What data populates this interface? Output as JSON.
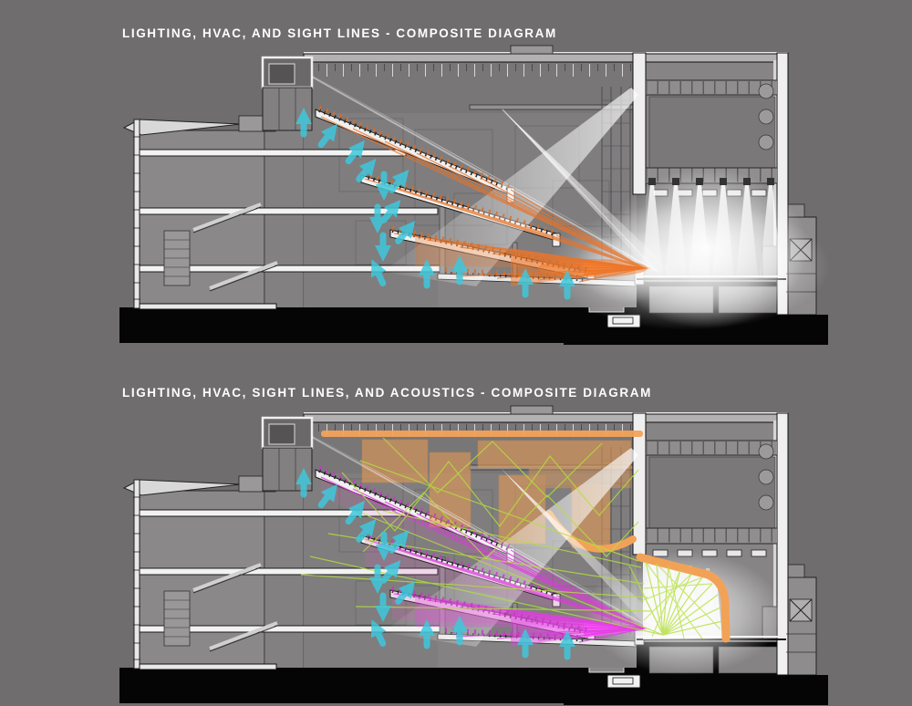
{
  "page": {
    "background_color": "#6f6d6e",
    "title_color": "#ffffff"
  },
  "diagrams": [
    {
      "title": "LIGHTING, HVAC, AND SIGHT LINES - COMPOSITE DIAGRAM",
      "colors": {
        "lighting_beams": "#ffffff",
        "hvac_airflow": "#3fc8dc",
        "sight_lines": "#e8742a",
        "sight_line_core": "#ff8a3c"
      },
      "systems": [
        "lighting",
        "hvac",
        "sight lines"
      ]
    },
    {
      "title": "LIGHTING, HVAC, SIGHT LINES, AND ACOUSTICS - COMPOSITE DIAGRAM",
      "colors": {
        "lighting_beams": "#ffffff",
        "hvac_airflow": "#3fc8dc",
        "sight_lines": "#dc3cdc",
        "sight_line_core": "#ff50ff",
        "acoustic_rays": "#b4e03c",
        "acoustic_panels": "#f2a257"
      },
      "systems": [
        "lighting",
        "hvac",
        "sight lines",
        "acoustics"
      ]
    }
  ]
}
